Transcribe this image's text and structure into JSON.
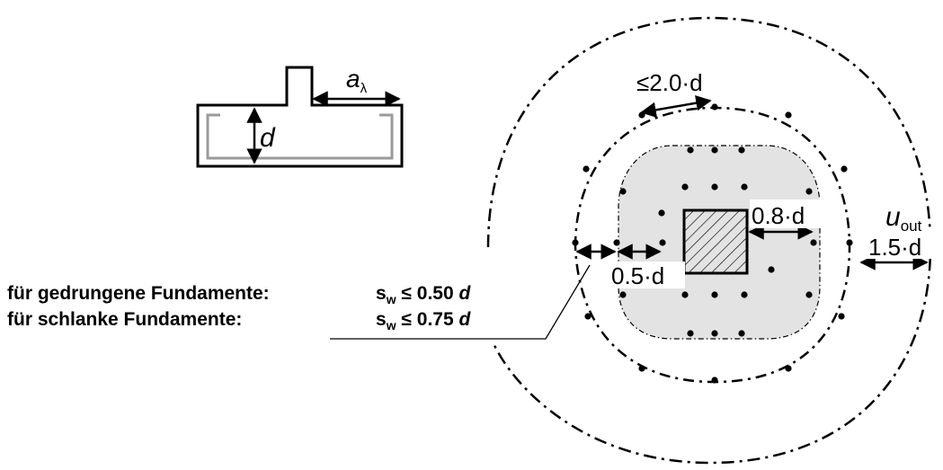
{
  "labels": {
    "a_lambda_main": "a",
    "a_lambda_sub": "λ",
    "d_section": "d",
    "spacing_max": "≤2.0·d",
    "dist_0_8": "0.8·d",
    "dist_0_5": "0.5·d",
    "dist_1_5": "1.5·d",
    "u_out_main": "u",
    "u_out_sub": "out"
  },
  "notes": [
    {
      "label": "für gedrungene Fundamente:",
      "s": "s",
      "w": "w",
      "rel": " ≤ 0.50 ",
      "d": "d"
    },
    {
      "label": "für schlanke Fundamente:",
      "s": "s",
      "w": "w",
      "rel": " ≤ 0.75 ",
      "d": "d"
    }
  ],
  "colors": {
    "line": "#000000",
    "zone_fill": "#e3e3e3",
    "rebar": "#9a9a9a"
  }
}
